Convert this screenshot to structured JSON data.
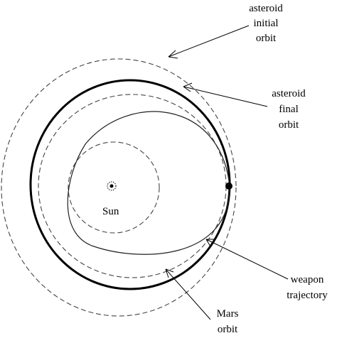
{
  "labels": {
    "sun": "Sun",
    "asteroid_initial": [
      "asteroid",
      "initial",
      "orbit"
    ],
    "asteroid_final": [
      "asteroid",
      "final",
      "orbit"
    ],
    "weapon_trajectory": [
      "weapon",
      "trajectory"
    ],
    "mars_orbit": [
      "Mars",
      "orbit"
    ]
  }
}
